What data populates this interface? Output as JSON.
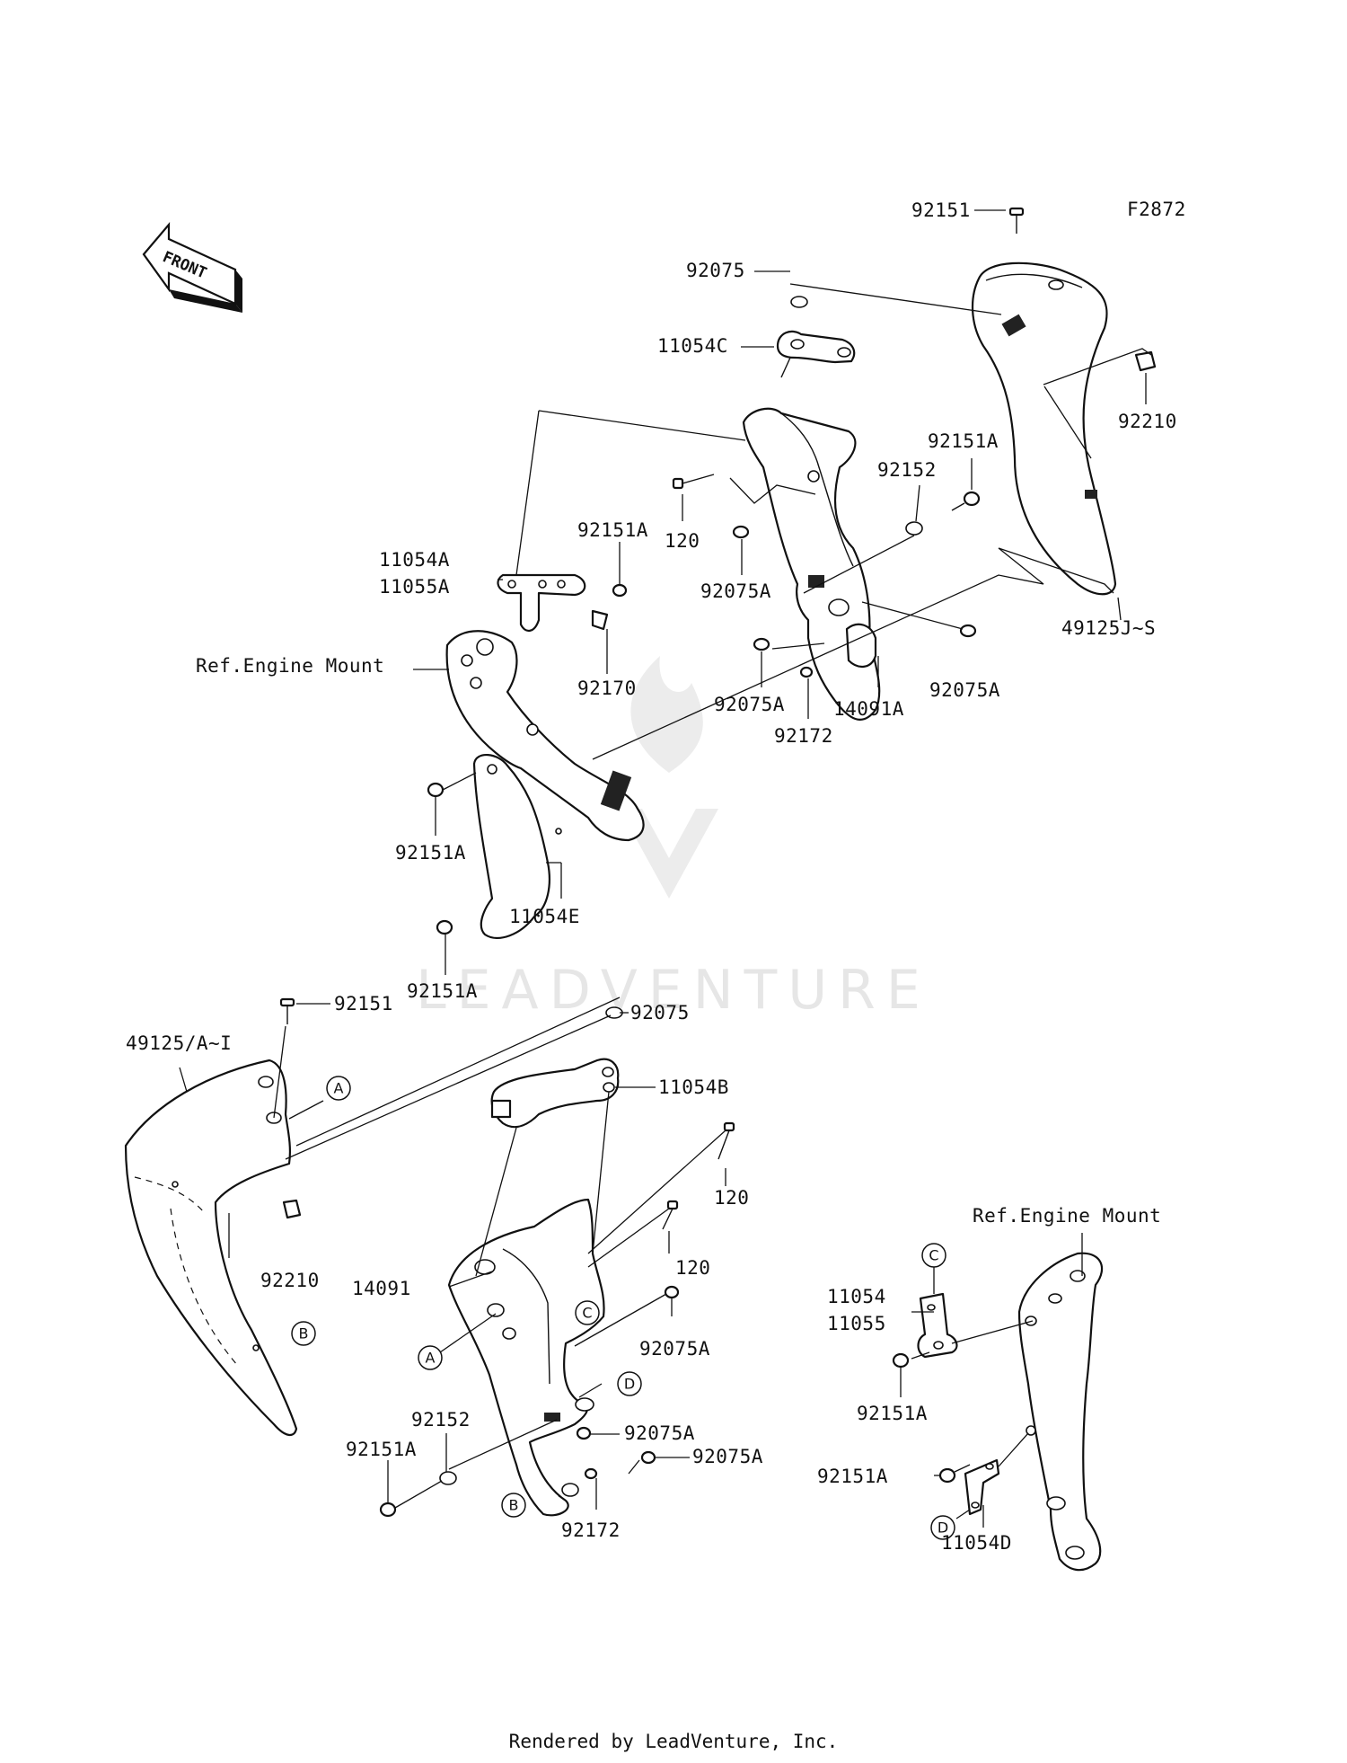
{
  "figure_code": "F2872",
  "front_label": "FRONT",
  "watermark": "LEADVENTURE",
  "footer": "Rendered by LeadVenture, Inc.",
  "callouts": [
    "A",
    "B",
    "C",
    "D"
  ],
  "labels": {
    "p92151_top": "92151",
    "p92075_top": "92075",
    "p11054C": "11054C",
    "p92210_right": "92210",
    "p92151A_r1": "92151A",
    "p92152_r": "92152",
    "p120_top": "120",
    "p92151A_mid": "92151A",
    "p11054A": "11054A",
    "p11055A": "11055A",
    "p92075A_mid": "92075A",
    "p49125JS": "49125J~S",
    "ref_engine_mount_top": "Ref.Engine Mount",
    "p92170": "92170",
    "p92075A_b1": "92075A",
    "p14091A": "14091A",
    "p92075A_b2": "92075A",
    "p92172_top": "92172",
    "p92151A_l1": "92151A",
    "p11054E": "11054E",
    "p92151A_l2": "92151A",
    "p49125AI": "49125/A~I",
    "p92151_bottom": "92151",
    "p92075_bottom": "92075",
    "p11054B": "11054B",
    "p120_b1": "120",
    "p120_b2": "120",
    "p92210_left": "92210",
    "p14091": "14091",
    "p92075A_c1": "92075A",
    "p92075A_c2": "92075A",
    "p92075A_c3": "92075A",
    "p92152_bottom": "92152",
    "p92151A_bl": "92151A",
    "p92172_bottom": "92172",
    "ref_engine_mount_bottom": "Ref.Engine Mount",
    "p11054": "11054",
    "p11055": "11055",
    "p92151A_br1": "92151A",
    "p92151A_br2": "92151A",
    "p11054D": "11054D"
  }
}
